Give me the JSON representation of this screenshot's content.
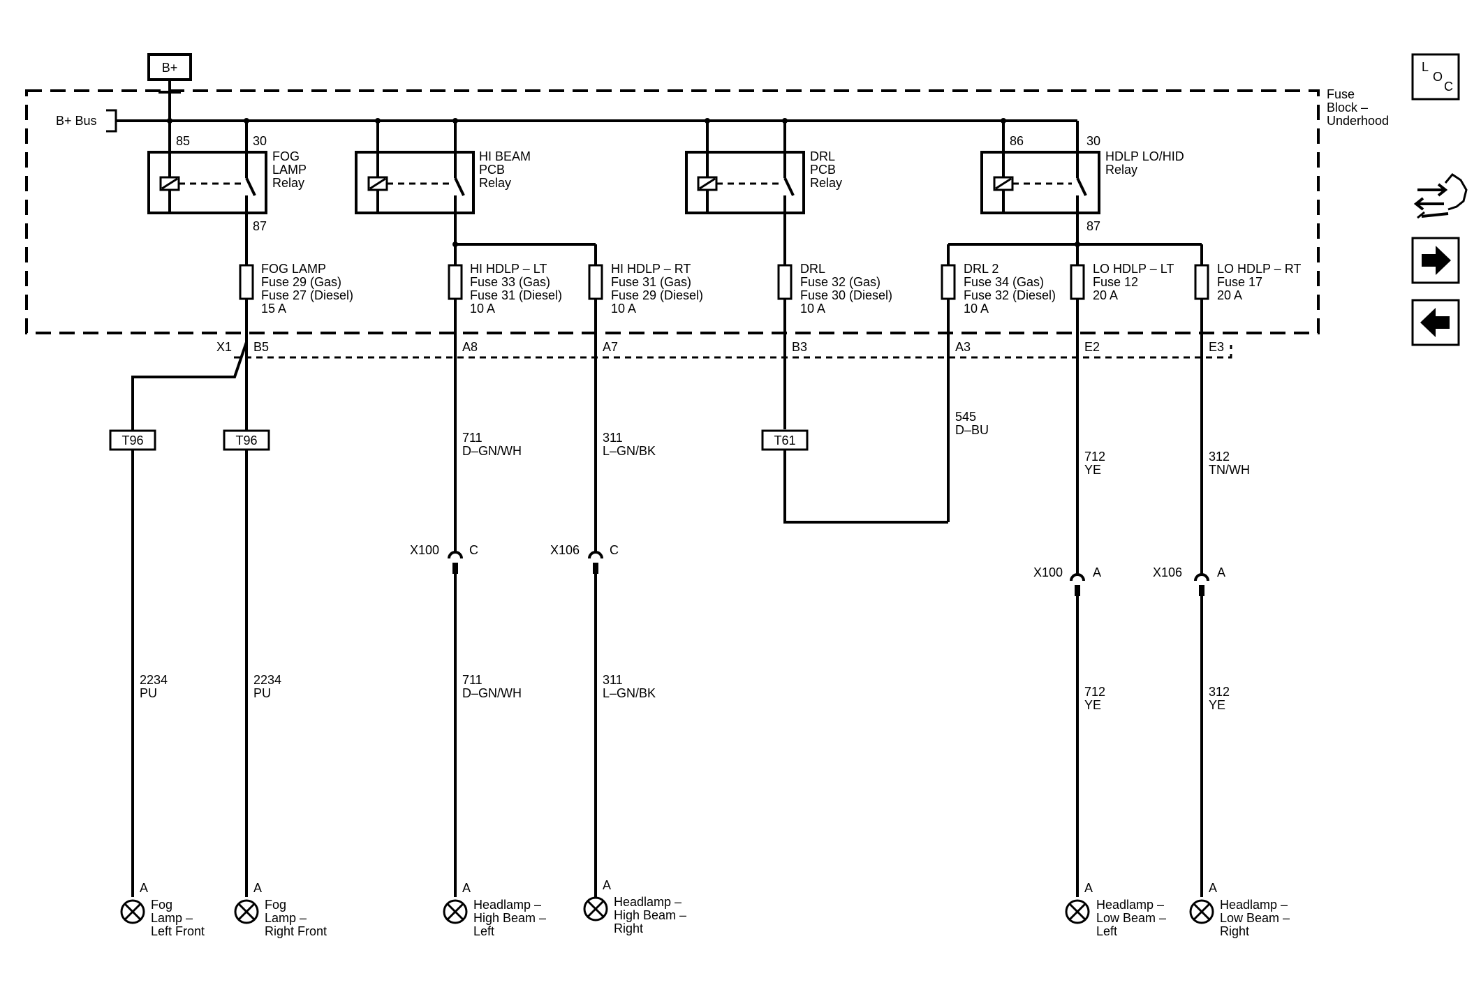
{
  "diagram": {
    "supply_label": "B+",
    "bus_label": "B+ Bus",
    "fuse_block_label": [
      "Fuse",
      "Block –",
      "Underhood"
    ],
    "relays": [
      {
        "id": "fog",
        "name": [
          "FOG",
          "LAMP",
          "Relay"
        ],
        "pin_coil": "85",
        "pin_switch": "30",
        "pin_out": "87"
      },
      {
        "id": "hibeam",
        "name": [
          "HI BEAM",
          "PCB",
          "Relay"
        ]
      },
      {
        "id": "drl",
        "name": [
          "DRL",
          "PCB",
          "Relay"
        ]
      },
      {
        "id": "hdlp",
        "name": [
          "HDLP LO/HID",
          "Relay"
        ],
        "pin_coil": "86",
        "pin_switch": "30",
        "pin_out": "87"
      }
    ],
    "fuses": [
      {
        "id": "fog",
        "lines": [
          "FOG LAMP",
          "Fuse 29 (Gas)",
          "Fuse 27 (Diesel)",
          "15 A"
        ]
      },
      {
        "id": "hi_lt",
        "lines": [
          "HI HDLP – LT",
          "Fuse 33 (Gas)",
          "Fuse 31 (Diesel)",
          "10 A"
        ]
      },
      {
        "id": "hi_rt",
        "lines": [
          "HI HDLP – RT",
          "Fuse 31 (Gas)",
          "Fuse 29 (Diesel)",
          "10 A"
        ]
      },
      {
        "id": "drl",
        "lines": [
          "DRL",
          "Fuse 32 (Gas)",
          "Fuse 30 (Diesel)",
          "10 A"
        ]
      },
      {
        "id": "drl2",
        "lines": [
          "DRL 2",
          "Fuse 34 (Gas)",
          "Fuse 32 (Diesel)",
          "10 A"
        ]
      },
      {
        "id": "lo_lt",
        "lines": [
          "LO HDLP – LT",
          "Fuse 12",
          "20 A"
        ]
      },
      {
        "id": "lo_rt",
        "lines": [
          "LO HDLP – RT",
          "Fuse 17",
          "20 A"
        ]
      }
    ],
    "connector_x1": "X1",
    "connector_pins": [
      "B5",
      "A8",
      "A7",
      "B3",
      "A3",
      "E2",
      "E3"
    ],
    "splices": [
      "T96",
      "T96",
      "T61"
    ],
    "wires_upper": [
      {
        "id": "711",
        "circuit": "711",
        "color": "D–GN/WH"
      },
      {
        "id": "311",
        "circuit": "311",
        "color": "L–GN/BK"
      },
      {
        "id": "545",
        "circuit": "545",
        "color": "D–BU"
      },
      {
        "id": "712",
        "circuit": "712",
        "color": "YE"
      },
      {
        "id": "312",
        "circuit": "312",
        "color": "TN/WH"
      }
    ],
    "inline_connectors": [
      {
        "name": "X100",
        "pin": "C"
      },
      {
        "name": "X106",
        "pin": "C"
      },
      {
        "name": "X100",
        "pin": "A"
      },
      {
        "name": "X106",
        "pin": "A"
      }
    ],
    "wires_lower": [
      {
        "circuit": "2234",
        "color": "PU"
      },
      {
        "circuit": "2234",
        "color": "PU"
      },
      {
        "circuit": "711",
        "color": "D–GN/WH"
      },
      {
        "circuit": "311",
        "color": "L–GN/BK"
      },
      {
        "circuit": "712",
        "color": "YE"
      },
      {
        "circuit": "312",
        "color": "YE"
      }
    ],
    "lamps": [
      {
        "pin": "A",
        "name": [
          "Fog",
          "Lamp –",
          "Left Front"
        ]
      },
      {
        "pin": "A",
        "name": [
          "Fog",
          "Lamp –",
          "Right Front"
        ]
      },
      {
        "pin": "A",
        "name": [
          "Headlamp –",
          "High Beam –",
          "Left"
        ]
      },
      {
        "pin": "A",
        "name": [
          "Headlamp –",
          "High Beam –",
          "Right"
        ]
      },
      {
        "pin": "A",
        "name": [
          "Headlamp –",
          "Low Beam –",
          "Left"
        ]
      },
      {
        "pin": "A",
        "name": [
          "Headlamp –",
          "Low Beam –",
          "Right"
        ]
      }
    ]
  },
  "sidebar": {
    "loc_letters": [
      "L",
      "O",
      "C"
    ],
    "icons": [
      "navigation-swap-icon",
      "arrow-right-icon",
      "arrow-left-icon"
    ]
  }
}
